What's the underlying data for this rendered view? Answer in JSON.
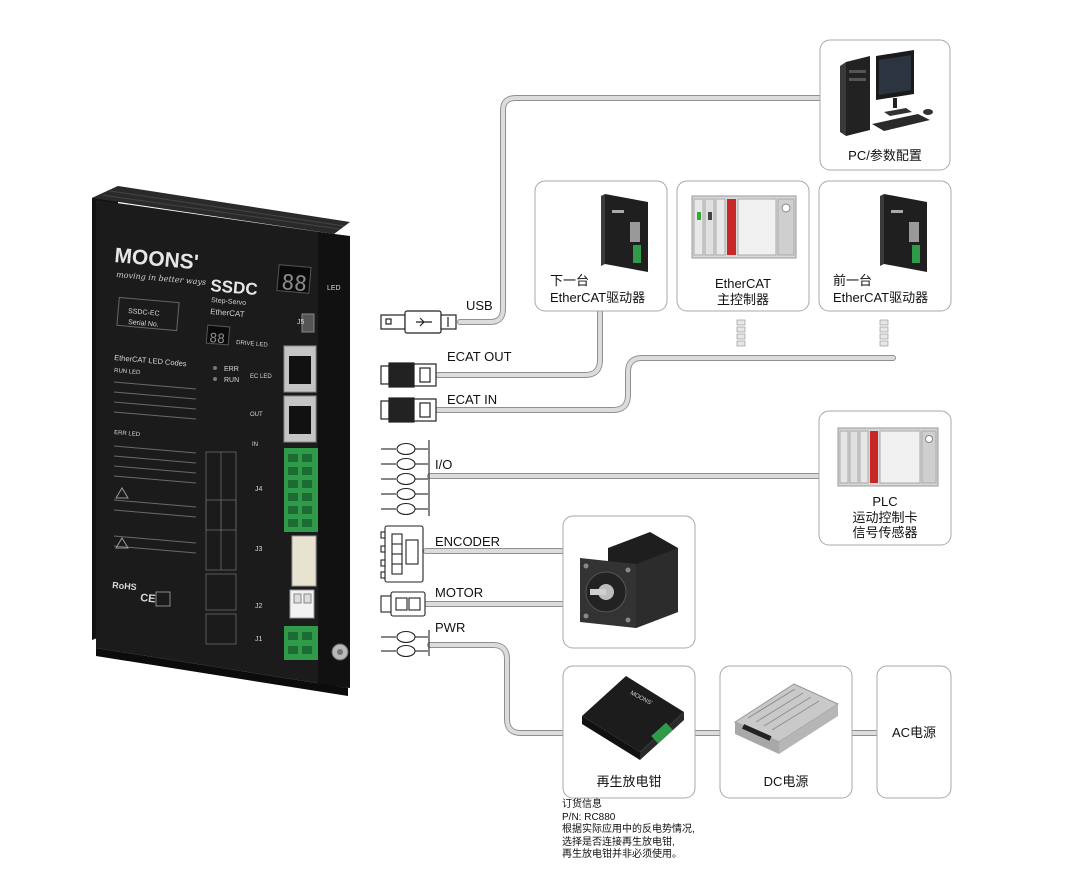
{
  "drive": {
    "brand": "MOONS'",
    "slogan": "moving in better ways",
    "model": "SSDC",
    "subtitle": "Step-Servo",
    "protocol": "EtherCAT",
    "serial_label": "SSDC-EC",
    "serial_no": "Serial No.",
    "led_codes_title": "EtherCAT LED Codes",
    "run_led": "RUN LED",
    "err_led": "ERR LED",
    "drive_led": "DRIVE LED",
    "ec_led": "EC LED",
    "err": "ERR",
    "run": "RUN",
    "out": "OUT",
    "in": "IN",
    "rohs": "RoHS",
    "ce": "CE",
    "j1": "J1",
    "j2": "J2",
    "j3": "J3",
    "j4": "J4",
    "j5": "J5",
    "display": "88",
    "display_small": "88"
  },
  "connectors": {
    "usb": "USB",
    "ecat_out": "ECAT OUT",
    "ecat_in": "ECAT IN",
    "io": "I/O",
    "encoder": "ENCODER",
    "motor": "MOTOR",
    "pwr": "PWR"
  },
  "devices": {
    "pc": "PC/参数配置",
    "next_drive_l1": "下一台",
    "next_drive_l2": "EtherCAT驱动器",
    "master_l1": "EtherCAT",
    "master_l2": "主控制器",
    "prev_drive_l1": "前一台",
    "prev_drive_l2": "EtherCAT驱动器",
    "plc_l1": "PLC",
    "plc_l2": "运动控制卡",
    "plc_l3": "信号传感器",
    "regen": "再生放电钳",
    "dc": "DC电源",
    "ac": "AC电源"
  },
  "note": {
    "l1": "订货信息",
    "l2": "P/N: RC880",
    "l3": "根据实际应用中的反电势情况,",
    "l4": "选择是否连接再生放电钳,",
    "l5": "再生放电钳并非必须使用。"
  },
  "colors": {
    "cable": "#d6d6d6",
    "cable_edge": "#8f8f8f",
    "box_border": "#a8a8a8",
    "device_black": "#1c1c1c",
    "terminal_green": "#2f9a4a"
  }
}
